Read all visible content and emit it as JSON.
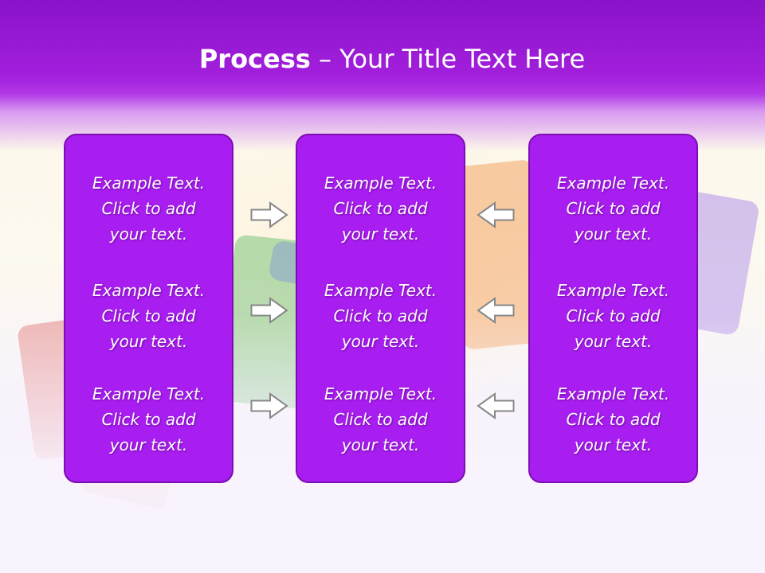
{
  "slide": {
    "title_bold": "Process",
    "title_rest": " – Your Title Text Here"
  },
  "columns": [
    {
      "items": [
        {
          "line1": "Example Text.",
          "line2": "Click  to add",
          "line3": "your text."
        },
        {
          "line1": "Example Text.",
          "line2": "Click  to add",
          "line3": "your text."
        },
        {
          "line1": "Example Text.",
          "line2": "Click  to add",
          "line3": "your text."
        }
      ]
    },
    {
      "items": [
        {
          "line1": "Example Text.",
          "line2": "Click  to add",
          "line3": "your text."
        },
        {
          "line1": "Example Text.",
          "line2": "Click  to add",
          "line3": "your text."
        },
        {
          "line1": "Example Text.",
          "line2": "Click  to add",
          "line3": "your text."
        }
      ]
    },
    {
      "items": [
        {
          "line1": "Example Text.",
          "line2": "Click  to add",
          "line3": "your text."
        },
        {
          "line1": "Example Text.",
          "line2": "Click  to add",
          "line3": "your text."
        },
        {
          "line1": "Example Text.",
          "line2": "Click  to add",
          "line3": "your text."
        }
      ]
    }
  ],
  "arrows": {
    "left_set": "arrow-right-icon",
    "right_set": "arrow-left-icon"
  },
  "colors": {
    "header": "#a21fdc",
    "box_fill": "#a81df0",
    "box_border": "#7d0fb2",
    "text": "#ffffff"
  }
}
